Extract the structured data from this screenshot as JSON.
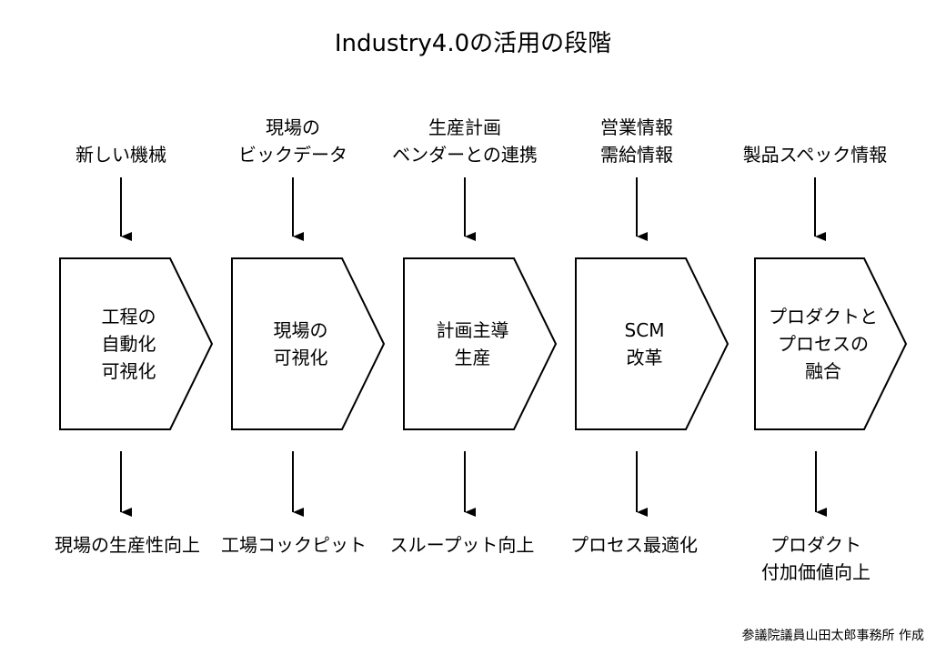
{
  "title": "Industry4.0の活用の段階",
  "credit": "参議院議員山田太郎事務所 作成",
  "stages": [
    {
      "input": [
        "新しい機械"
      ],
      "label": [
        "工程の",
        "自動化",
        "可視化"
      ],
      "output": [
        "現場の生産性向上"
      ]
    },
    {
      "input": [
        "現場の",
        "ビックデータ"
      ],
      "label": [
        "現場の",
        "可視化"
      ],
      "output": [
        "工場コックピット"
      ]
    },
    {
      "input": [
        "生産計画",
        "ベンダーとの連携"
      ],
      "label": [
        "計画主導",
        "生産"
      ],
      "output": [
        "スループット向上"
      ]
    },
    {
      "input": [
        "営業情報",
        "需給情報"
      ],
      "label": [
        "SCM",
        "改革"
      ],
      "output": [
        "プロセス最適化"
      ]
    },
    {
      "input": [
        "製品スペック情報"
      ],
      "label": [
        "プロダクトと",
        "プロセスの",
        "融合"
      ],
      "output": [
        "プロダクト",
        "付加価値向上"
      ]
    }
  ]
}
